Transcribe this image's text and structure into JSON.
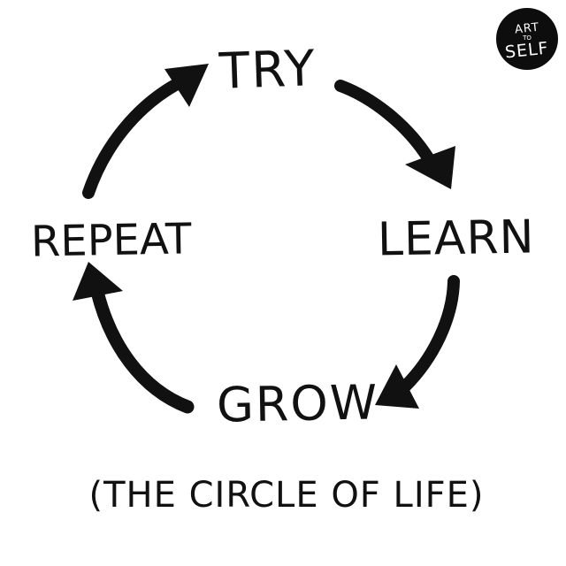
{
  "logo": {
    "line1": "ART",
    "line2": "TO",
    "line3": "SELF"
  },
  "cycle": {
    "steps": [
      "TRY",
      "LEARN",
      "GROW",
      "REPEAT"
    ]
  },
  "caption": "(THE CIRCLE OF LIFE)",
  "colors": {
    "ink": "#111111",
    "background": "#ffffff",
    "logo_bg": "#0d0d0d"
  }
}
